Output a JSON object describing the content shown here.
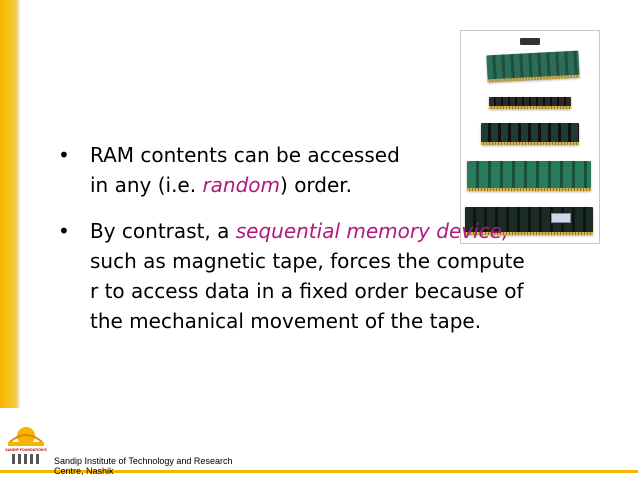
{
  "bullets": [
    {
      "line1": "RAM contents can be accessed",
      "line2_prefix": "in any (i.e. ",
      "line2_emph": "random",
      "line2_suffix": ") order."
    },
    {
      "prefix": "By contrast, a ",
      "emph": "sequential memory device",
      "line1_end": ",",
      "line2": "such as magnetic tape, forces the compute",
      "line3": "r to access data in a fixed order because of",
      "line4": "the mechanical movement of the tape."
    }
  ],
  "footer": {
    "institute_line1": "Sandip Institute of Technology and Research",
    "institute_line2": "Centre, Nashik",
    "logo_text": "SANDIP FOUNDATION'S"
  },
  "colors": {
    "accent": "#f4b400",
    "emphasis": "#b0197e"
  },
  "image": {
    "icon": "ram-modules-photo"
  }
}
